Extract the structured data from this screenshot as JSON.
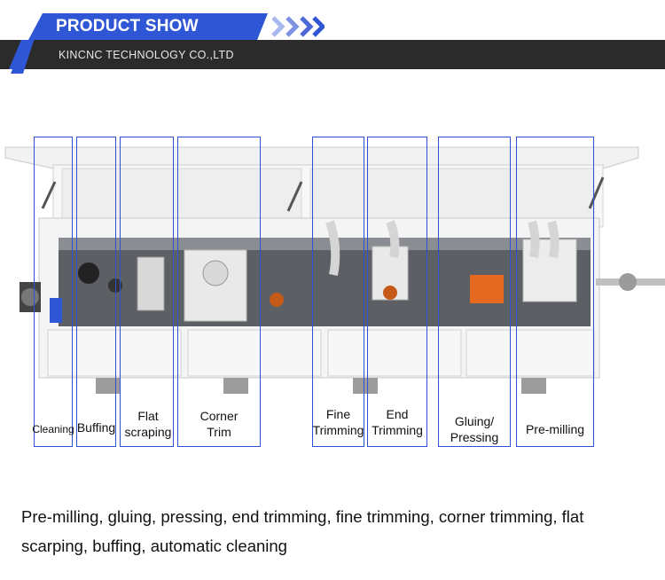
{
  "header": {
    "title": "PRODUCT SHOW",
    "subtitle": "KINCNC TECHNOLOGY CO.,LTD",
    "colors": {
      "blue": "#2f56d4",
      "dark": "#2b2b2b",
      "chevron": "#2f56d4",
      "chevron_light": "#a9b8ee"
    }
  },
  "zones": [
    {
      "label": "Cleaning"
    },
    {
      "label": "Buffing"
    },
    {
      "label": "Flat scraping"
    },
    {
      "label": "Corner Trim"
    },
    {
      "label": "Fine Trimming"
    },
    {
      "label": "End Trimming"
    },
    {
      "label": "Gluing/ Pressing"
    },
    {
      "label": "Pre-milling"
    }
  ],
  "caption": "Pre-milling, gluing, pressing, end trimming, fine trimming, corner trimming, flat scarping, buffing, automatic cleaning"
}
